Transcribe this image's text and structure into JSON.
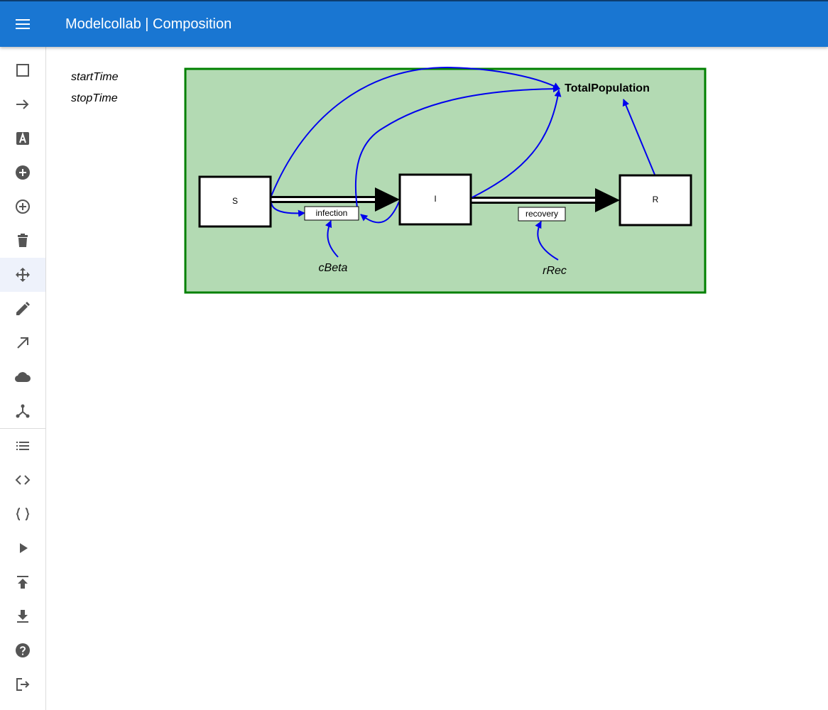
{
  "header": {
    "title": "Modelcollab | Composition"
  },
  "sidebar": {
    "tools": [
      {
        "name": "square-outline-icon"
      },
      {
        "name": "arrow-right-icon"
      },
      {
        "name": "text-box-icon"
      },
      {
        "name": "add-circle-icon"
      },
      {
        "name": "add-circle-outline-icon"
      },
      {
        "name": "trash-icon"
      },
      {
        "name": "move-icon",
        "active": true
      },
      {
        "name": "pencil-icon"
      },
      {
        "name": "arrow-diagonal-icon"
      },
      {
        "name": "cloud-icon"
      },
      {
        "name": "merge-icon"
      },
      {
        "name": "list-icon"
      },
      {
        "name": "code-icon"
      },
      {
        "name": "braces-icon"
      },
      {
        "name": "play-icon"
      },
      {
        "name": "upload-icon"
      },
      {
        "name": "download-icon"
      },
      {
        "name": "help-icon"
      },
      {
        "name": "logout-icon"
      }
    ]
  },
  "parameters": [
    "startTime",
    "stopTime"
  ],
  "model": {
    "stocks": [
      {
        "id": "S",
        "label": "S"
      },
      {
        "id": "I",
        "label": "I"
      },
      {
        "id": "R",
        "label": "R"
      }
    ],
    "flows": [
      {
        "id": "infection",
        "label": "infection"
      },
      {
        "id": "recovery",
        "label": "recovery"
      }
    ],
    "variables": [
      {
        "id": "cBeta",
        "label": "cBeta"
      },
      {
        "id": "rRec",
        "label": "rRec"
      }
    ],
    "sum_variable": {
      "label": "TotalPopulation"
    }
  },
  "colors": {
    "header": "#1976d2",
    "module_fill": "#b3dab3",
    "module_border": "#008000",
    "connection": "#0000ee",
    "flow": "#000000"
  }
}
